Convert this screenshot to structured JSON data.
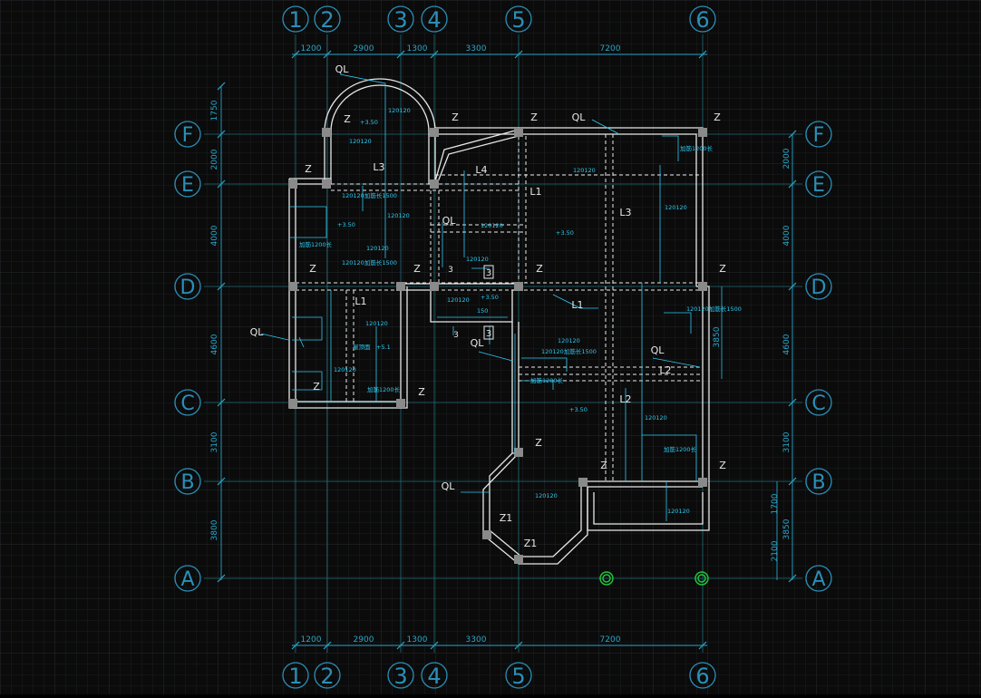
{
  "colors": {
    "background": "#0b0b0b",
    "grid_minor": "#1b1d1f",
    "grid_major": "#2a2d31",
    "axis_line": "#1e6f7a",
    "bubble": "#2a8fb8",
    "dim": "#2aa6c8",
    "annotation": "#2ec8f0",
    "wall": "#e8e8e8",
    "beam": "#e8e8e8",
    "column": "#8a8a8a",
    "marker": "#21c23b"
  },
  "axes": {
    "top_numbers": [
      "1",
      "2",
      "3",
      "4",
      "5",
      "6"
    ],
    "bottom_numbers": [
      "1",
      "2",
      "3",
      "4",
      "5",
      "6"
    ],
    "left_letters": [
      "F",
      "E",
      "D",
      "C",
      "B",
      "A"
    ],
    "right_letters": [
      "F",
      "E",
      "D",
      "C",
      "B",
      "A"
    ]
  },
  "dimensions": {
    "top": [
      "1200",
      "2900",
      "1300",
      "3300",
      "7200"
    ],
    "bottom": [
      "1200",
      "2900",
      "1300",
      "3300",
      "7200"
    ],
    "left": [
      "1750",
      "2000",
      "4000",
      "4600",
      "3100",
      "3800"
    ],
    "right": [
      "2000",
      "4000",
      "4600",
      "3100",
      "1700",
      "2100",
      "3850",
      "3850"
    ]
  },
  "labels": {
    "column": "Z",
    "column_z1": "Z1",
    "circ_beam": "QL",
    "beam_l1": "L1",
    "beam_l2": "L2",
    "beam_l3": "L3",
    "beam_l4": "L4",
    "stair_mark": "3",
    "stair_mark_label": "3",
    "slab_120": "120120",
    "slab_extra_1500": "120120加筋长1500",
    "slab_1500b": "120120加筋长1500",
    "slab_1500c": "120120加筋长1500",
    "level_350": "+3.50",
    "level_51": "+5.1",
    "stair_room": "屋顶面",
    "reinf_1200": "加筋1200长",
    "reinf_1200b": "加筋1200长",
    "reinf_1200c": "加筋1200长",
    "reinf_1200d": "加筋1200长",
    "slab_150": "150",
    "slab_120b": "120120"
  }
}
